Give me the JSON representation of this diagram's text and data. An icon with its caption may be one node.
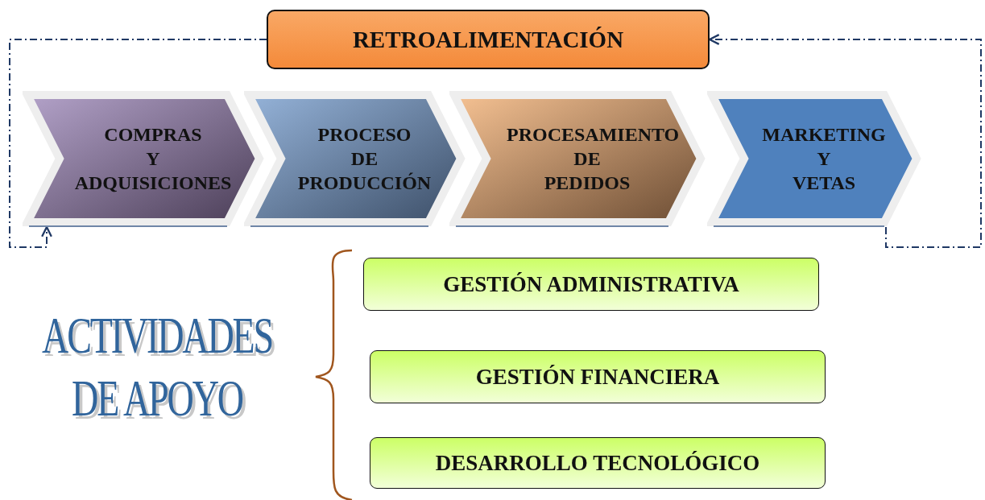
{
  "diagram": {
    "nodes": [
      {
        "text": [
          "RETROALIMENTACIÓN"
        ]
      },
      {
        "text": [
          "COMPRAS Y ADQUISICIONES"
        ]
      },
      {
        "text": [
          "PROCESO DE PRODUCCIÓN"
        ]
      },
      {
        "text": [
          "PROCESAMIENTO DE PEDIDOS"
        ]
      },
      {
        "text": [
          "MARKETING Y VETAS"
        ]
      },
      {
        "text": [
          "GESTIÓN ADMINISTRATIVA"
        ]
      },
      {
        "text": [
          "GESTIÓN FINANCIERA"
        ]
      },
      {
        "text": [
          "DESARROLLO TECNOLÓGICO"
        ]
      }
    ],
    "edges": [
      {
        "from": 0,
        "to": 1,
        "arrow": "to",
        "style": "dashed"
      },
      {
        "from": 4,
        "to": 0,
        "arrow": "to",
        "style": "dashed"
      }
    ],
    "labels": [
      "ACTIVIDADES DE APOYO"
    ]
  }
}
